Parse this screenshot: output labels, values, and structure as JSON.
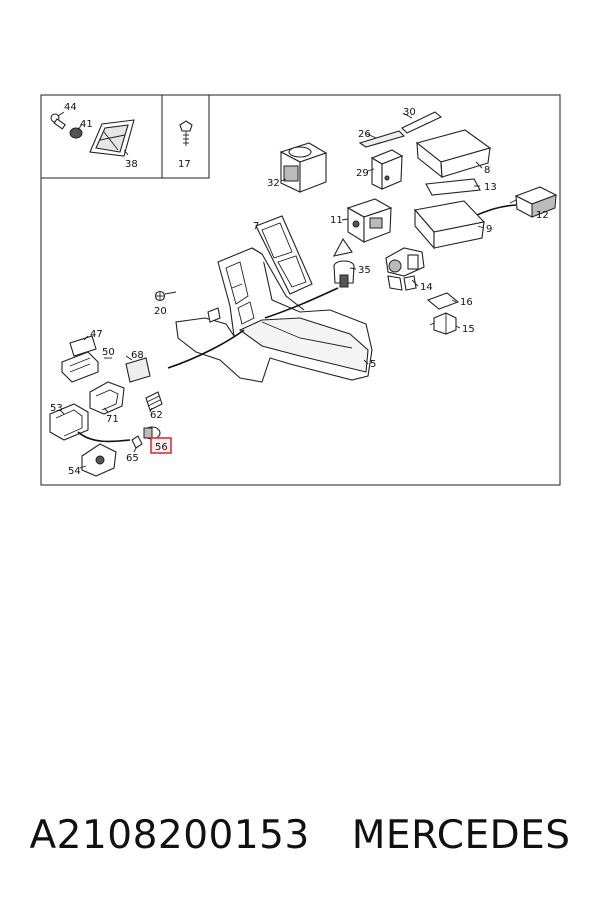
{
  "diagram": {
    "labels": {
      "p44": "44",
      "p41": "41",
      "p38": "38",
      "p17": "17",
      "p30": "30",
      "p26": "26",
      "p32": "32",
      "p29": "29",
      "p8": "8",
      "p13": "13",
      "p12": "12",
      "p9": "9",
      "p7": "7",
      "p11": "11",
      "p35": "35",
      "p14": "14",
      "p16": "16",
      "p15": "15",
      "p20": "20",
      "p47": "47",
      "p50": "50",
      "p68": "68",
      "p5": "5",
      "p53": "53",
      "p71": "71",
      "p62": "62",
      "p56": "56",
      "p65": "65",
      "p54": "54"
    },
    "highlight_color": "#d9323c"
  },
  "caption": {
    "part_number": "A2108200153",
    "brand": "MERCEDES"
  }
}
